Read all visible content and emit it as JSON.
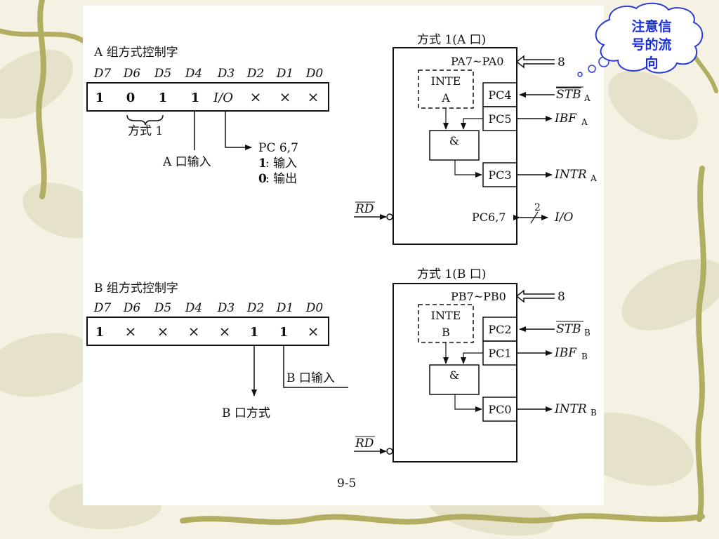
{
  "colors": {
    "background": "#f6f2e3",
    "panel": "#ffffff",
    "vine": "#b2ae61",
    "leaf": "#d9d6b7",
    "callout_border": "#2a3bd8",
    "callout_text": "#1a2fd6",
    "ink": "#111111"
  },
  "callout": {
    "text_line1": "注意信",
    "text_line2": "号的流",
    "text_line3": "向"
  },
  "groupA": {
    "title": "A 组方式控制字",
    "bit_headers": [
      "D7",
      "D6",
      "D5",
      "D4",
      "D3",
      "D2",
      "D1",
      "D0"
    ],
    "bits": [
      "1",
      "0",
      "1",
      "1",
      "I/O",
      "×",
      "×",
      "×"
    ],
    "mode_label": "方式 1",
    "port_label": "A 口输入",
    "pc_label": "PC 6,7",
    "pc_in_key": "1",
    "pc_in_text": ": 输入",
    "pc_out_key": "0",
    "pc_out_text": ": 输出"
  },
  "groupB": {
    "title": "B 组方式控制字",
    "bit_headers": [
      "D7",
      "D6",
      "D5",
      "D4",
      "D3",
      "D2",
      "D1",
      "D0"
    ],
    "bits": [
      "1",
      "×",
      "×",
      "×",
      "×",
      "1",
      "1",
      "×"
    ],
    "port_label": "B 口输入",
    "mode_label": "B 口方式"
  },
  "blockA": {
    "title": "方式 1(A 口)",
    "port_bus": "PA7~PA0",
    "bus_width": "8",
    "inte_line1": "INTE",
    "inte_line2": "A",
    "and_gate": "&",
    "pc_stb": "PC4",
    "stb": "STB",
    "stb_sub": "A",
    "pc_ibf": "PC5",
    "ibf": "IBF",
    "ibf_sub": "A",
    "pc_intr": "PC3",
    "intr": "INTR",
    "intr_sub": "A",
    "rd": "RD",
    "pc_io": "PC6,7",
    "io_width": "2",
    "io": "I/O"
  },
  "blockB": {
    "title": "方式 1(B 口)",
    "port_bus": "PB7~PB0",
    "bus_width": "8",
    "inte_line1": "INTE",
    "inte_line2": "B",
    "and_gate": "&",
    "pc_stb": "PC2",
    "stb": "STB",
    "stb_sub": "B",
    "pc_ibf": "PC1",
    "ibf": "IBF",
    "ibf_sub": "B",
    "pc_intr": "PC0",
    "intr": "INTR",
    "intr_sub": "B",
    "rd": "RD"
  },
  "page_number": "9-5"
}
